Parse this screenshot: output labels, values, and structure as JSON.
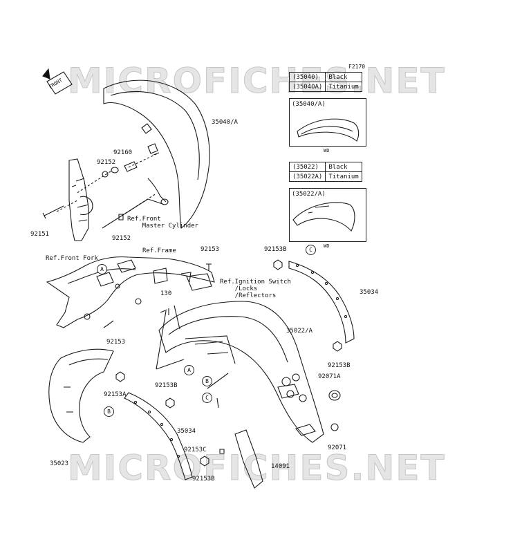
{
  "figure_code": "F2170",
  "watermark": "MICROFICHES.NET",
  "front_label": "FRONT",
  "variants_a": [
    {
      "code": "(35040)",
      "finish": "Black"
    },
    {
      "code": "(35040A)",
      "finish": "Titanium"
    }
  ],
  "variants_b": [
    {
      "code": "(35022)",
      "finish": "Black"
    },
    {
      "code": "(35022A)",
      "finish": "Titanium"
    }
  ],
  "inset_a": {
    "title": "(35040/A)",
    "caption": "WD"
  },
  "inset_b": {
    "title": "(35022/A)",
    "caption": "WD"
  },
  "part_labels": {
    "p35040a": "35040/A",
    "p92160": "92160",
    "p92152_top": "92152",
    "p92152_bot": "92152",
    "p92151": "92151",
    "ref_front_mc": "Ref.Front\n    Master Cylinder",
    "ref_front_fork": "Ref.Front Fork",
    "ref_frame": "Ref.Frame",
    "p92153_top": "92153",
    "p92153b_top": "92153B",
    "ref_ignition": "Ref.Ignition Switch\n    /Locks\n    /Reflectors",
    "p35034_right": "35034",
    "p130": "130",
    "p35022a": "35022/A",
    "p92153_left": "92153",
    "p92153b_right": "92153B",
    "p92071a": "92071A",
    "p92153a": "92153A",
    "p92153b_mid": "92153B",
    "p35034_mid": "35034",
    "p92071": "92071",
    "p92153c": "92153C",
    "p14091": "14091",
    "p35023": "35023",
    "p92153b_bot": "92153B"
  },
  "callouts": {
    "a1": "A",
    "a2": "A",
    "b1": "B",
    "b2": "B",
    "c1": "C",
    "c2": "C"
  }
}
